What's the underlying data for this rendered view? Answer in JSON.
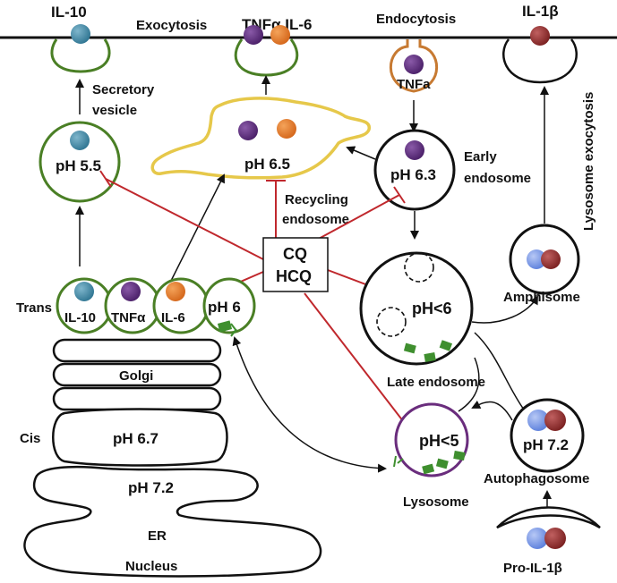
{
  "labels": {
    "il10_top": "IL-10",
    "exocytosis": "Exocytosis",
    "tnfa_il6_top": "TNFα IL-6",
    "endocytosis": "Endocytosis",
    "il1b_top": "IL-1β",
    "tnfa_endo": "TNFa",
    "secretory_line1": "Secretory",
    "secretory_line2": "vesicle",
    "ph_secretory": "pH 5.5",
    "ph_recycling": "pH 6.5",
    "ph_early": "pH 6.3",
    "early_line1": "Early",
    "early_line2": "endosome",
    "recycling_line1": "Recycling",
    "recycling_line2": "endosome",
    "cq": "CQ",
    "hcq": "HCQ",
    "trans": "Trans",
    "trans_il10": "IL-10",
    "trans_tnfa": "TNFα",
    "trans_il6": "IL-6",
    "ph_golgi_trans": "pH 6",
    "golgi": "Golgi",
    "cis": "Cis",
    "ph_golgi_cis": "pH 6.7",
    "ph_er": "pH 7.2",
    "er": "ER",
    "nucleus": "Nucleus",
    "ph_late": "pH<6",
    "late_endosome": "Late endosome",
    "ph_lysosome": "pH<5",
    "lysosome": "Lysosome",
    "amphisome": "Amphisome",
    "lysosome_exocytosis": "Lysosome exocytosis",
    "ph_autophagosome": "pH 7.2",
    "autophagosome": "Autophagosome",
    "pro_il1b": "Pro-IL-1β"
  },
  "colors": {
    "il10": "#3f8aa6",
    "tnfa": "#5b2d7d",
    "il6": "#e0741f",
    "il1b": "#8b2a2a",
    "pro_blue": "#6f8ee0",
    "green_membrane": "#4a7f25",
    "yellow_membrane": "#e6c84a",
    "orange_membrane": "#c77a32",
    "purple_membrane": "#6a2d7d",
    "inhibitor": "#c0282d",
    "granule": "#3f8f2f"
  }
}
